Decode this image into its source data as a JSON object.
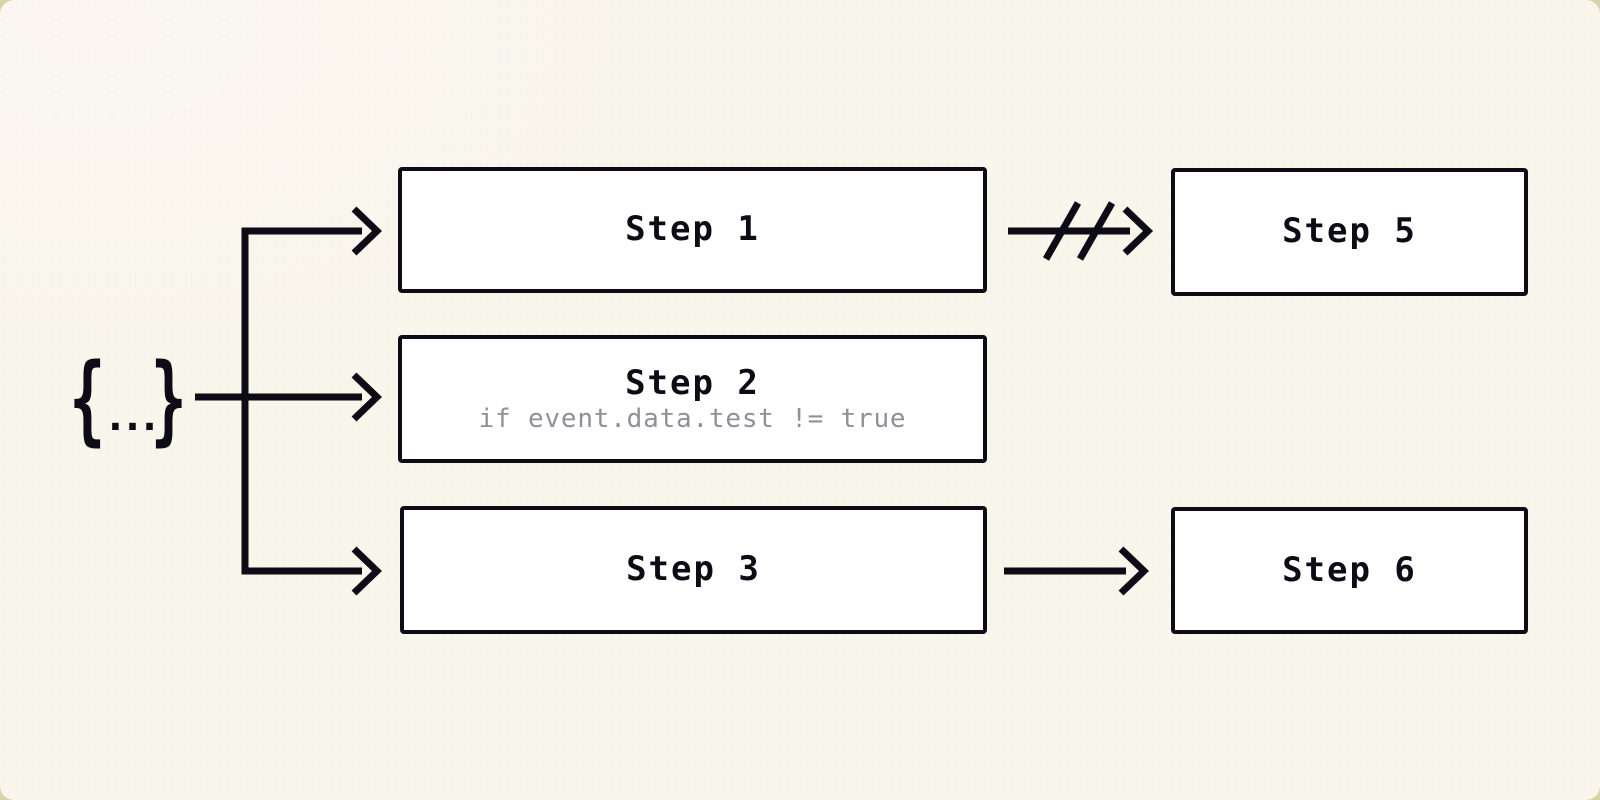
{
  "colors": {
    "ink": "#0d0b16",
    "bg": "#f8f5ea",
    "outer": "#d8d2aa",
    "box": "#ffffff",
    "muted": "#8e909b"
  },
  "source": {
    "icon": "braces-ellipsis-icon",
    "open": "{",
    "dots": "...",
    "close": "}"
  },
  "steps": {
    "step1": {
      "label": "Step 1"
    },
    "step2": {
      "label": "Step 2",
      "condition": "if event.data.test != true"
    },
    "step3": {
      "label": "Step 3"
    },
    "step5": {
      "label": "Step 5"
    },
    "step6": {
      "label": "Step 6"
    }
  },
  "connections": [
    {
      "from": "source",
      "to": "step-1",
      "status": "active"
    },
    {
      "from": "source",
      "to": "step-2",
      "status": "active"
    },
    {
      "from": "source",
      "to": "step-3",
      "status": "active"
    },
    {
      "from": "step-1",
      "to": "step-5",
      "status": "severed"
    },
    {
      "from": "step-3",
      "to": "step-6",
      "status": "active"
    }
  ]
}
